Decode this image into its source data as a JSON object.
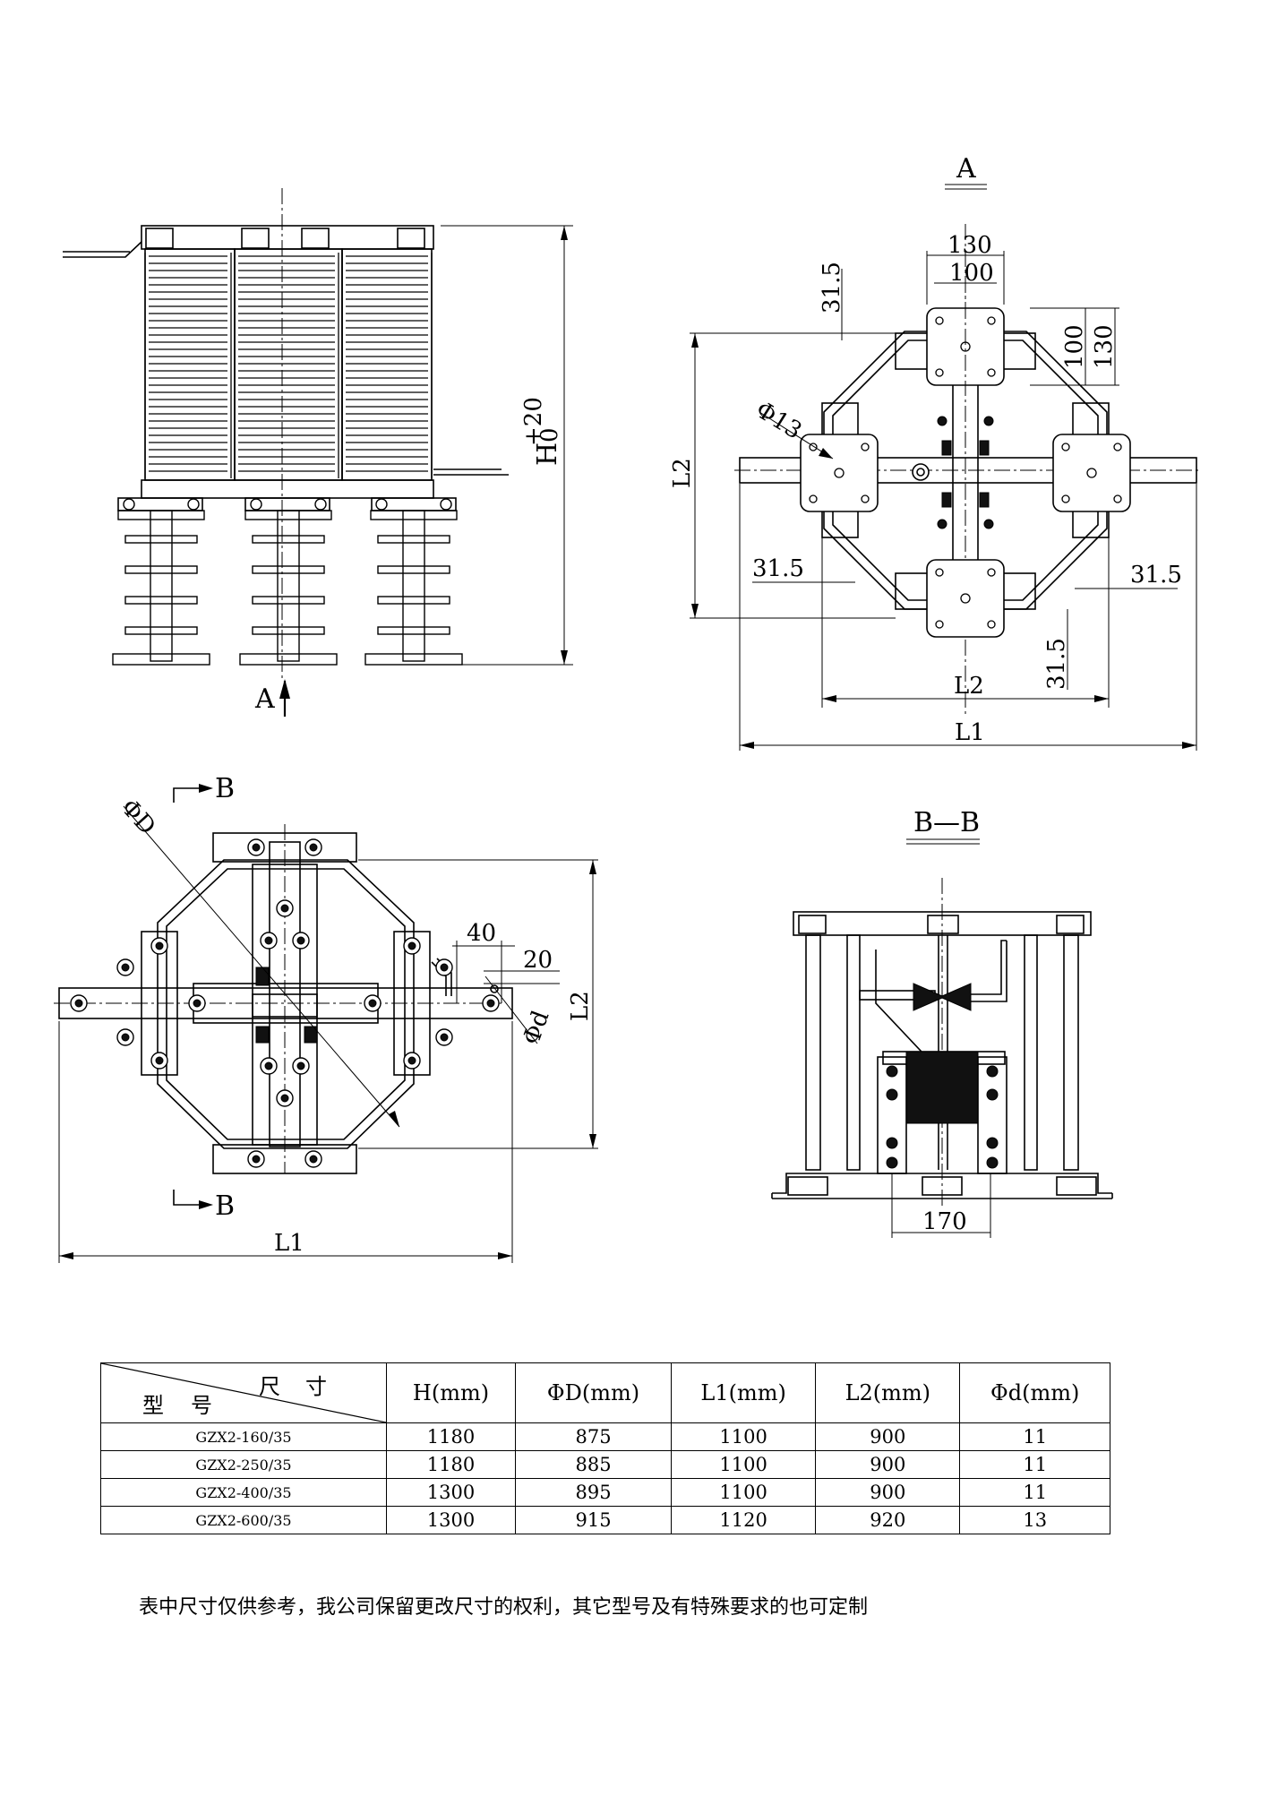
{
  "views": {
    "front": {
      "label_a": "A",
      "height_label": "H",
      "tol_upper": "+20",
      "tol_lower": "0"
    },
    "top_a": {
      "title": "A",
      "dims": {
        "w130": "130",
        "w100": "100",
        "h31_5_top": "31.5",
        "h100": "100",
        "h130": "130",
        "hole": "Φ13",
        "l2_vert": "L2",
        "side_left": "31.5",
        "side_right": "31.5",
        "h31_5_bottom": "31.5",
        "l2": "L2",
        "l1": "L1"
      }
    },
    "plan": {
      "marker_top": "B",
      "marker_bottom": "B",
      "dia_big": "ΦD",
      "dim40": "40",
      "dim20": "20",
      "dia_small": "Φd",
      "l2": "L2",
      "l1": "L1"
    },
    "section": {
      "title": "B—B",
      "dim170": "170"
    }
  },
  "table": {
    "corner_top": "尺寸",
    "corner_bottom": "型号",
    "headers": [
      "H(mm)",
      "ΦD(mm)",
      "L1(mm)",
      "L2(mm)",
      "Φd(mm)"
    ],
    "rows": [
      {
        "model": "GZX2-160/35",
        "values": [
          "1180",
          "875",
          "1100",
          "900",
          "11"
        ]
      },
      {
        "model": "GZX2-250/35",
        "values": [
          "1180",
          "885",
          "1100",
          "900",
          "11"
        ]
      },
      {
        "model": "GZX2-400/35",
        "values": [
          "1300",
          "895",
          "1100",
          "900",
          "11"
        ]
      },
      {
        "model": "GZX2-600/35",
        "values": [
          "1300",
          "915",
          "1120",
          "920",
          "13"
        ]
      }
    ]
  },
  "footnote": "表中尺寸仅供参考，我公司保留更改尺寸的权利，其它型号及有特殊要求的也可定制"
}
